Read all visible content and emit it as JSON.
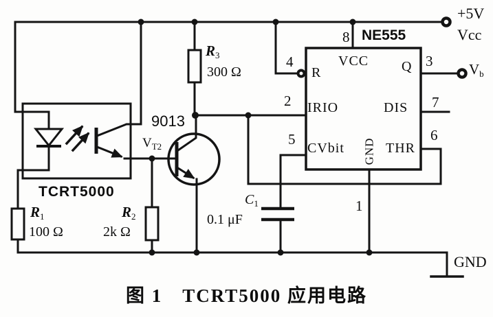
{
  "caption": "图 1　TCRT5000 应用电路",
  "power_rail": {
    "v5": "+5V",
    "vcc": "Vcc"
  },
  "ground": {
    "label": "GND"
  },
  "ic555": {
    "title": "NE555",
    "vcc_pin": {
      "num": "8",
      "name": "VCC"
    },
    "reset_pin": {
      "num": "4",
      "name": "R"
    },
    "out_pin": {
      "num": "3",
      "name": "Q",
      "net": "V",
      "net_sub": "b"
    },
    "trig_pin": {
      "num": "2",
      "name": "IRIO"
    },
    "dis_pin": {
      "num": "7",
      "name": "DIS"
    },
    "cv_pin": {
      "num": "5",
      "name": "CVbit"
    },
    "thr_pin": {
      "num": "6",
      "name": "THR"
    },
    "gnd_pin": {
      "num": "1",
      "name": "GND"
    }
  },
  "sensor": {
    "name": "TCRT5000"
  },
  "transistor": {
    "part": "9013",
    "des": "V",
    "des_sub": "T2"
  },
  "r1": {
    "des": "R",
    "sub": "1",
    "value": "100 Ω"
  },
  "r2": {
    "des": "R",
    "sub": "2",
    "value": "2k Ω"
  },
  "r3": {
    "des": "R",
    "sub": "3",
    "value": "300 Ω"
  },
  "c1": {
    "des": "C",
    "sub": "1",
    "value": "0.1 μF"
  }
}
